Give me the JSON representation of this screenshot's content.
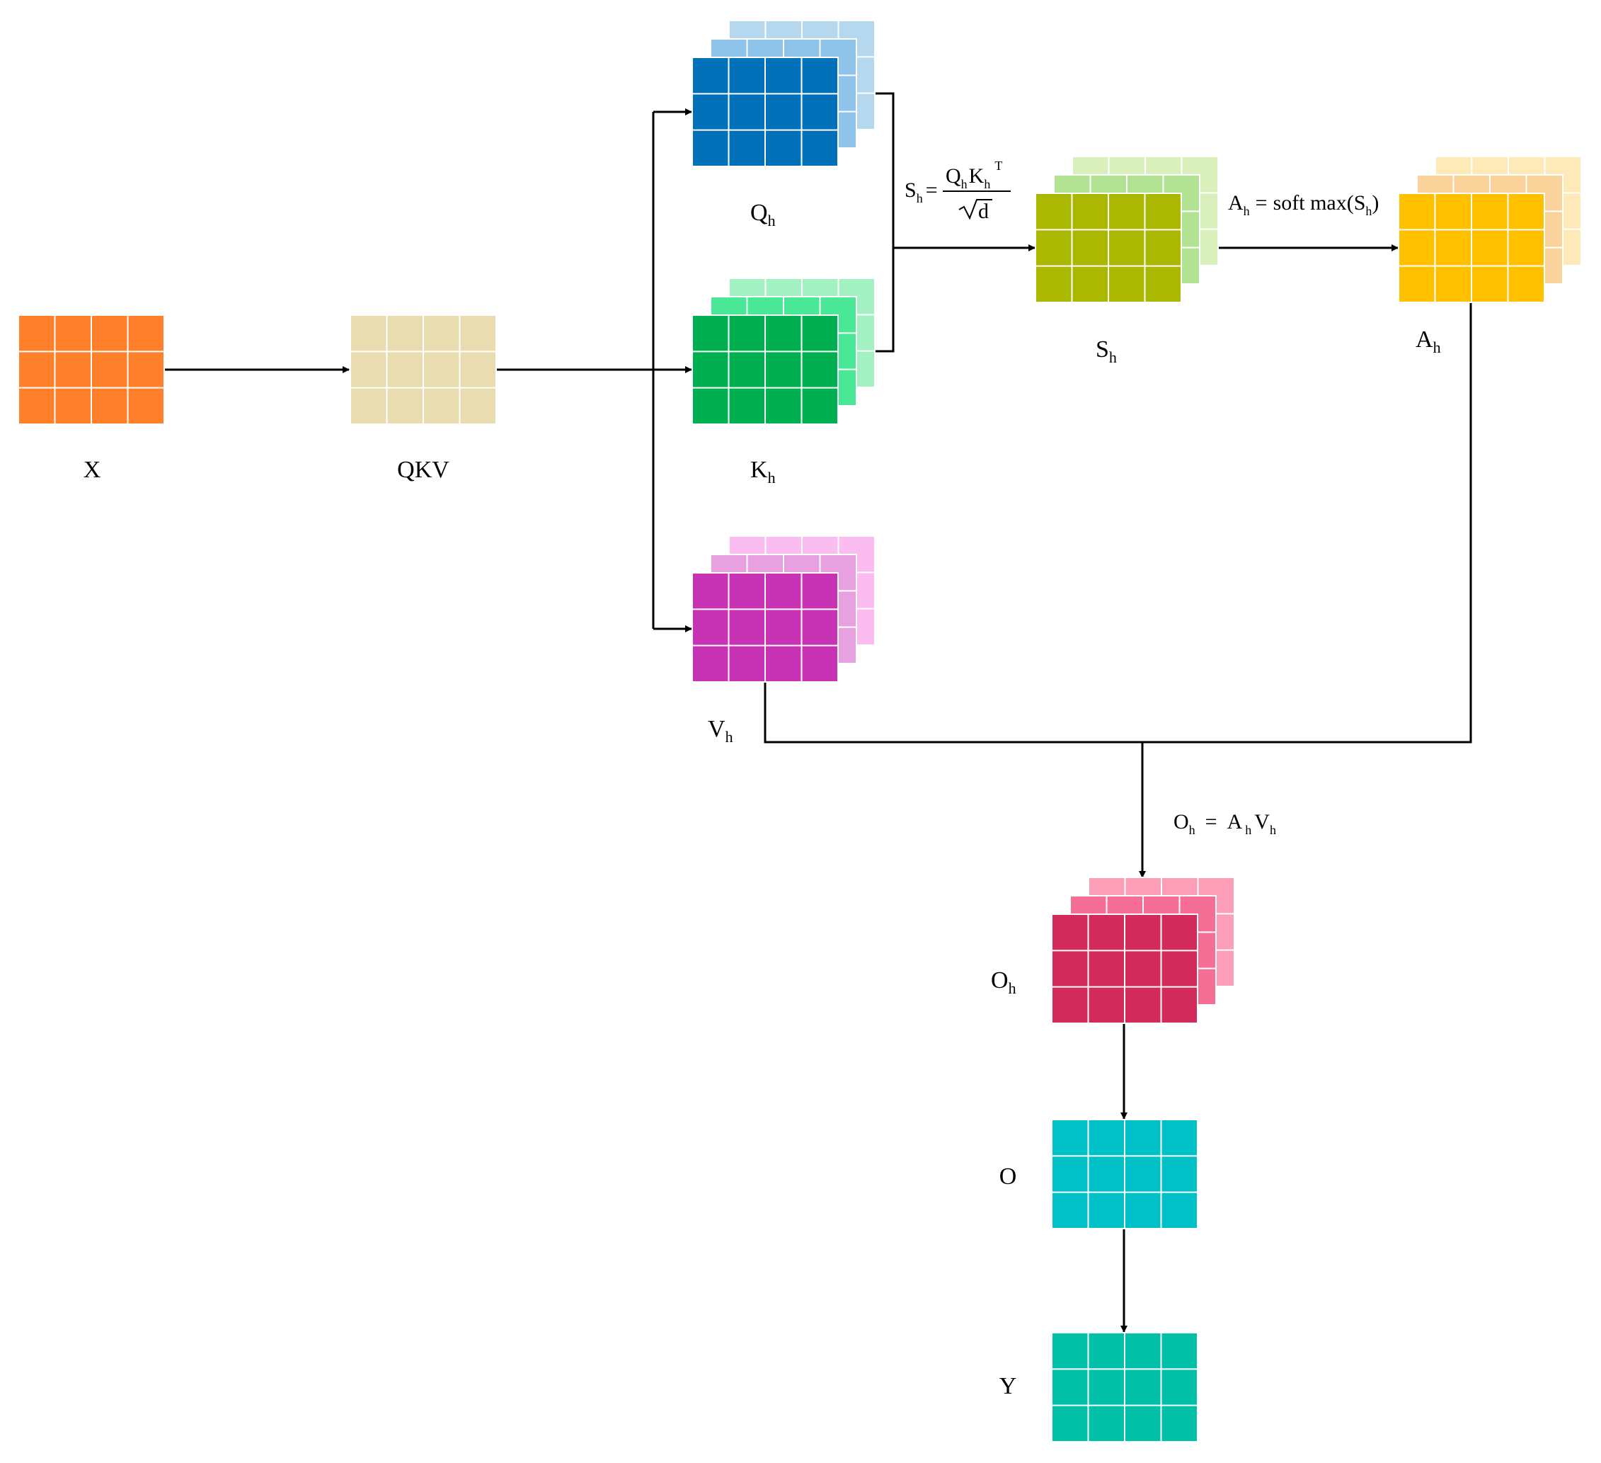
{
  "colors": {
    "x": "#FF7F2A",
    "qkv": "#E8DCB0",
    "q": [
      "#0070B8",
      "#8EC4EA",
      "#B5D8EF"
    ],
    "k": [
      "#00B050",
      "#48E896",
      "#A3F0C2"
    ],
    "v": [
      "#C832B4",
      "#E8A1E0",
      "#FBBDF0"
    ],
    "s": [
      "#AAB800",
      "#B2E394",
      "#DAF0BC"
    ],
    "a": [
      "#FFC000",
      "#F9D39A",
      "#FDEAB8"
    ],
    "oh": [
      "#D22A5A",
      "#F56E96",
      "#FC9EB8"
    ],
    "o": "#00C0C8",
    "y": "#00C0A8"
  },
  "labels": {
    "x": "X",
    "qkv": "QKV",
    "q": {
      "main": "Q",
      "sub": "h"
    },
    "k": {
      "main": "K",
      "sub": "h"
    },
    "v": {
      "main": "V",
      "sub": "h"
    },
    "s": {
      "main": "S",
      "sub": "h"
    },
    "a": {
      "main": "A",
      "sub": "h"
    },
    "oh": {
      "main": "O",
      "sub": "h"
    },
    "o": "O",
    "y": "Y"
  },
  "equations": {
    "score": {
      "lhs": "S",
      "lhs_sub": "h",
      "equals": "=",
      "num_q": "Q",
      "num_q_sub": "h",
      "num_k": "K",
      "num_k_sub": "h",
      "num_sup": "T",
      "den": "d"
    },
    "softmax": {
      "lhs": "A",
      "lhs_sub": "h",
      "equals": "=",
      "func": "soft max(S",
      "arg_sub": "h",
      "close": ")"
    },
    "output": {
      "lhs": "O",
      "lhs_sub": "h",
      "equals": "=",
      "a": "A",
      "a_sub": "h",
      "v": "V",
      "v_sub": "h"
    }
  }
}
